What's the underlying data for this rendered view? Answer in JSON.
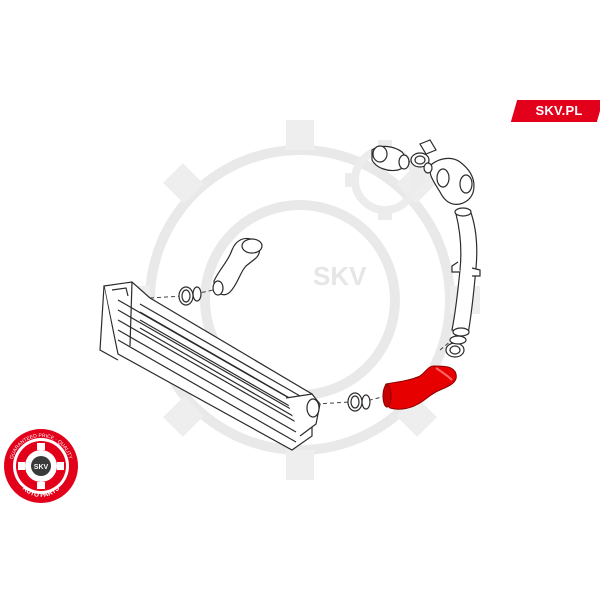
{
  "brand": {
    "label": "SKV.PL",
    "color": "#e2001a"
  },
  "watermark": {
    "text": "SKV"
  },
  "seal": {
    "center_text": "SKV",
    "ring_text_top": "GUARANTEED PRICE · QUALITY",
    "ring_text_bottom": "AUTO PARTS",
    "color": "#e2001a"
  },
  "diagram": {
    "highlighted_part": "charge-air-hose",
    "highlight_color": "#e60000",
    "line_color": "#2b2b2b"
  }
}
